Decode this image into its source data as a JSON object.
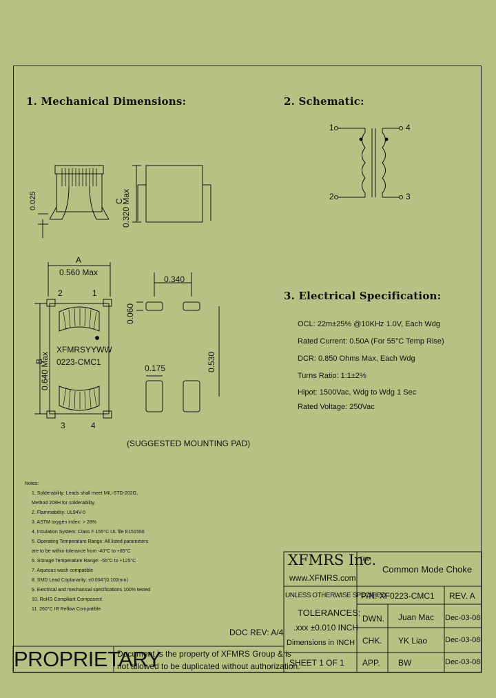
{
  "sections": {
    "mechanical": "1. Mechanical Dimensions:",
    "schematic": "2. Schematic:",
    "electrical": "3. Electrical Specification:"
  },
  "mechanical": {
    "dim_a_letter": "A",
    "dim_a_value": "0.560 Max",
    "dim_b_letter": "B",
    "dim_b_value": "0.640 Max",
    "dim_c_letter": "C",
    "dim_c_value": "0.320 Max",
    "dim_side": "0.025",
    "marking_line1": "XFMRSYYWW",
    "marking_line2": "0223-CMC1",
    "pin2": "2",
    "pin1": "1",
    "pin3": "3",
    "pin4": "4",
    "pad_width": "0.340",
    "pad_height": "0.060",
    "pad_span": "0.530",
    "pad_pitch": "0.175",
    "pad_caption": "(SUGGESTED MOUNTING PAD)"
  },
  "schematic": {
    "pin1": "1",
    "pin2": "2",
    "pin3": "3",
    "pin4": "4"
  },
  "electrical": {
    "lines": [
      "OCL: 22m±25% @10KHz 1.0V, Each Wdg",
      "Rated Current: 0.50A (For 55°C Temp Rise)",
      "DCR: 0.850 Ohms Max, Each Wdg",
      "Turns Ratio: 1:1±2%",
      "Hipot: 1500Vac, Wdg to Wdg 1 Sec",
      "Rated Voltage: 250Vac"
    ]
  },
  "notes": {
    "heading": "Notes:",
    "lines": [
      "1. Solderability: Leads shall meet MIL-STD-202G,",
      "    Method 208H for solderability.",
      "2. Flammability: UL94V-0",
      "3. ASTM oxygen index: > 28%",
      "4. Insulation System: Class F 155°C UL file E151556",
      "5. Operating Temperature Range: All listed parameters",
      "    are to be within tolerance from -40°C to +85°C",
      "6. Storage Temperature Range: -55°C to +125°C",
      "7. Aqueous wash compatible",
      "8. SMD Lead Coplanarity: ±0.004\"(0.102mm)",
      "9. Electrical and mechanical specifications 100% tested",
      "10. RoHS Compliant Component",
      "11. 260°C IR Reflow Compatible"
    ]
  },
  "doc_rev": "DOC REV: A/4",
  "title_block": {
    "company": "XFMRS Inc.",
    "website": "www.XFMRS.com",
    "title_label": "Title:",
    "title_value": "Common Mode Choke",
    "unless": "UNLESS OTHERWISE SPECIFIED",
    "tolerances": "TOLERANCES:",
    "tol_value": ".xxx ±0.010 INCH",
    "dimensions": "Dimensions in INCH",
    "pn": "P/N: XF0223-CMC1",
    "rev": "REV. A",
    "dwn_label": "DWN.",
    "dwn_name": "Juan Mac",
    "dwn_date": "Dec-03-08",
    "chk_label": "CHK.",
    "chk_name": "YK Liao",
    "chk_date": "Dec-03-08",
    "app_label": "APP.",
    "app_name": "BW",
    "app_date": "Dec-03-08",
    "sheet": "SHEET  1  OF  1",
    "proprietary": "PROPRIETARY",
    "prop_line1": "Document is the property of XFMRS Group & is",
    "prop_line2": "not allowed to be duplicated without authorization."
  }
}
